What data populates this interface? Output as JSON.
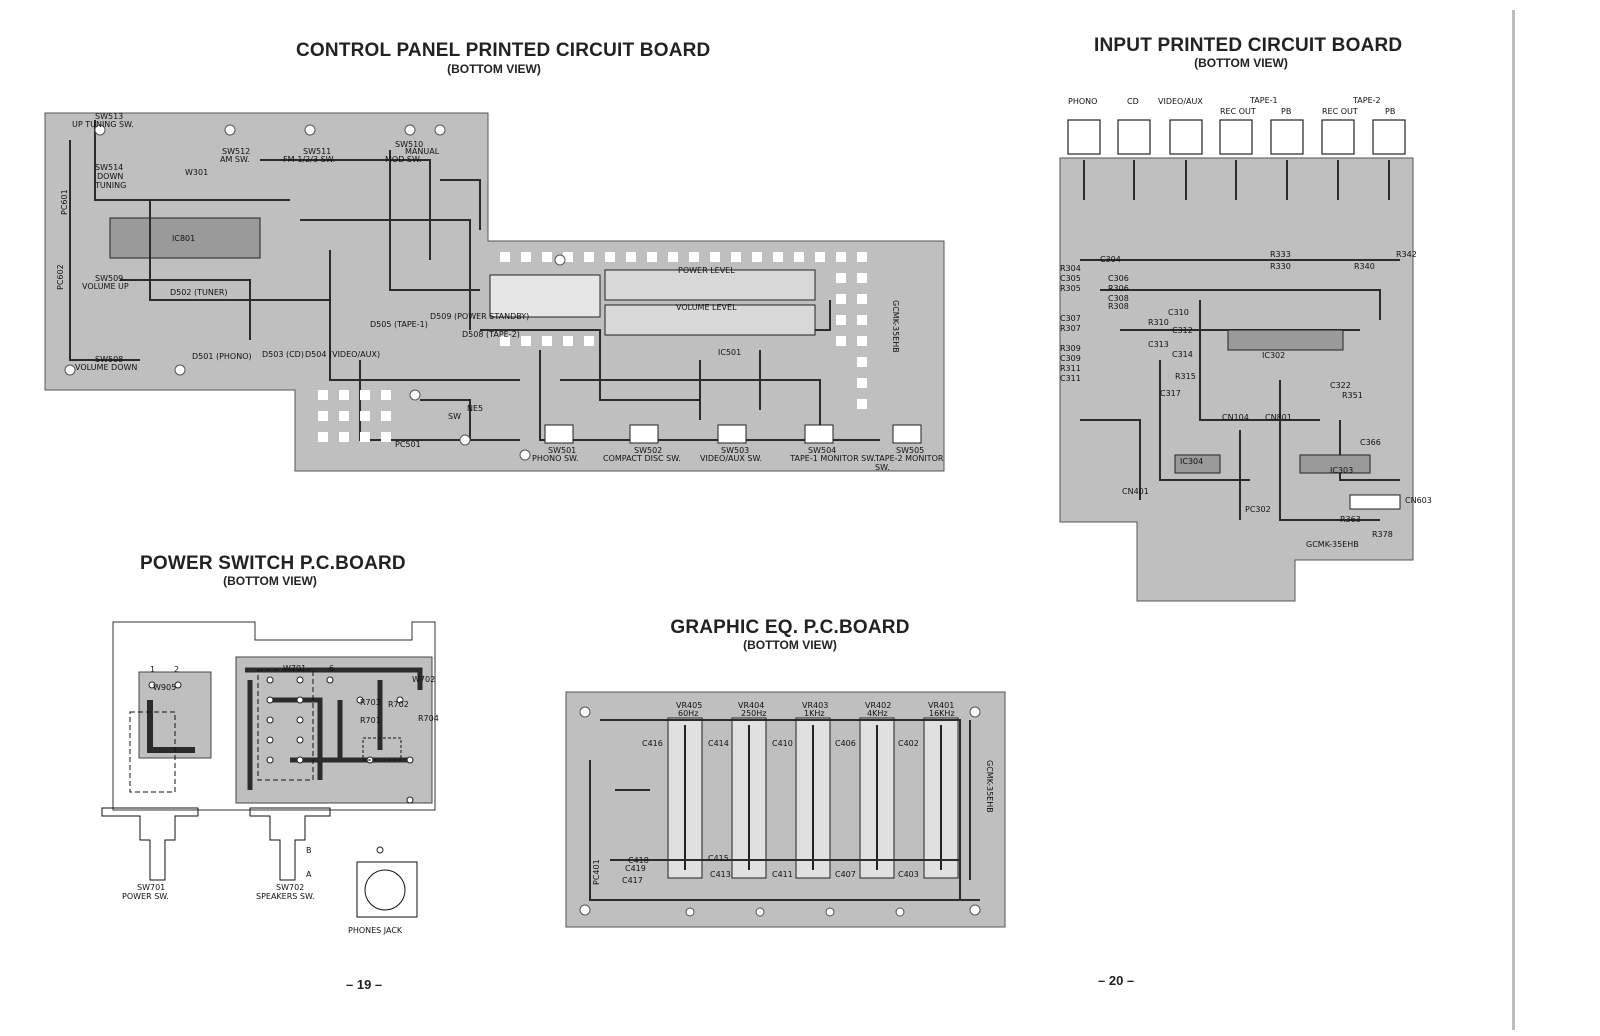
{
  "colors": {
    "board": "#bfbfbf",
    "trace": "#2b2b2b",
    "pad": "#ffffff",
    "rule": "#bdbdbd"
  },
  "control_panel": {
    "title": "CONTROL PANEL PRINTED CIRCUIT BOARD",
    "subtitle": "(BOTTOM VIEW)",
    "labels": [
      "SW513",
      "UP TUNING SW.",
      "SW512",
      "AM SW.",
      "SW511",
      "FM-1/2/3 SW.",
      "SW510",
      "MANUAL",
      "MOD SW.",
      "SW514",
      "DOWN",
      "TUNING",
      "IC801",
      "W301",
      "SW509",
      "VOLUME UP",
      "D502 (TUNER)",
      "D503 (CD)",
      "D504 (VIDEO/AUX)",
      "D505 (TAPE-1)",
      "D509 (POWER STANDBY)",
      "D508 (TAPE-2)",
      "SW508",
      "VOLUME DOWN",
      "D501 (PHONO)",
      "POWER LEVEL",
      "VOLUME LEVEL",
      "IC501",
      "GCMK-35EHB",
      "PC501",
      "SW501",
      "PHONO SW.",
      "SW502",
      "COMPACT DISC SW.",
      "SW503",
      "VIDEO/AUX SW.",
      "SW504",
      "TAPE-1 MONITOR SW.",
      "SW505",
      "TAPE-2 MONITOR SW.",
      "NE5",
      "SW",
      "PC602",
      "PC601"
    ]
  },
  "input_board": {
    "title": "INPUT PRINTED CIRCUIT BOARD",
    "subtitle": "(BOTTOM VIEW)",
    "jacks": [
      "PHONO",
      "CD",
      "VIDEO/AUX",
      "TAPE-1",
      "REC OUT",
      "PB",
      "TAPE-2",
      "REC OUT",
      "PB"
    ],
    "labels": [
      "IC302",
      "IC303",
      "IC304",
      "CN104",
      "CN801",
      "CN401",
      "CN603",
      "PC302",
      "GCMK-35EHB",
      "C304",
      "C305",
      "C306",
      "C307",
      "C308",
      "C309",
      "C310",
      "C311",
      "C312",
      "C313",
      "C314",
      "R304",
      "R305",
      "R306",
      "R307",
      "R308",
      "R309",
      "R310",
      "R311",
      "R315",
      "R330",
      "R333",
      "R340",
      "R342",
      "R351",
      "R363",
      "R378",
      "C317",
      "C322",
      "C366"
    ]
  },
  "power_switch": {
    "title": "POWER SWITCH P.C.BOARD",
    "subtitle": "(BOTTOM VIEW)",
    "labels": [
      "W905",
      "W701",
      "W702",
      "SW701",
      "POWER SW.",
      "SW702",
      "SPEAKERS SW.",
      "PHONES JACK",
      "R701",
      "R702",
      "R703",
      "R704",
      "B",
      "A",
      "1",
      "2",
      "6"
    ]
  },
  "graphic_eq": {
    "title": "GRAPHIC EQ. P.C.BOARD",
    "subtitle": "(BOTTOM VIEW)",
    "labels": [
      "VR405",
      "VR404",
      "VR403",
      "VR402",
      "VR401",
      "60Hz",
      "250Hz",
      "1KHz",
      "4KHz",
      "16KHz",
      "GCMK-35EHB",
      "PC401",
      "C416",
      "C414",
      "C410",
      "C406",
      "C402",
      "C415",
      "C413",
      "C411",
      "C407",
      "C403",
      "C418",
      "C419",
      "C417"
    ]
  },
  "page_numbers": {
    "left": "– 19 –",
    "right": "– 20 –"
  }
}
